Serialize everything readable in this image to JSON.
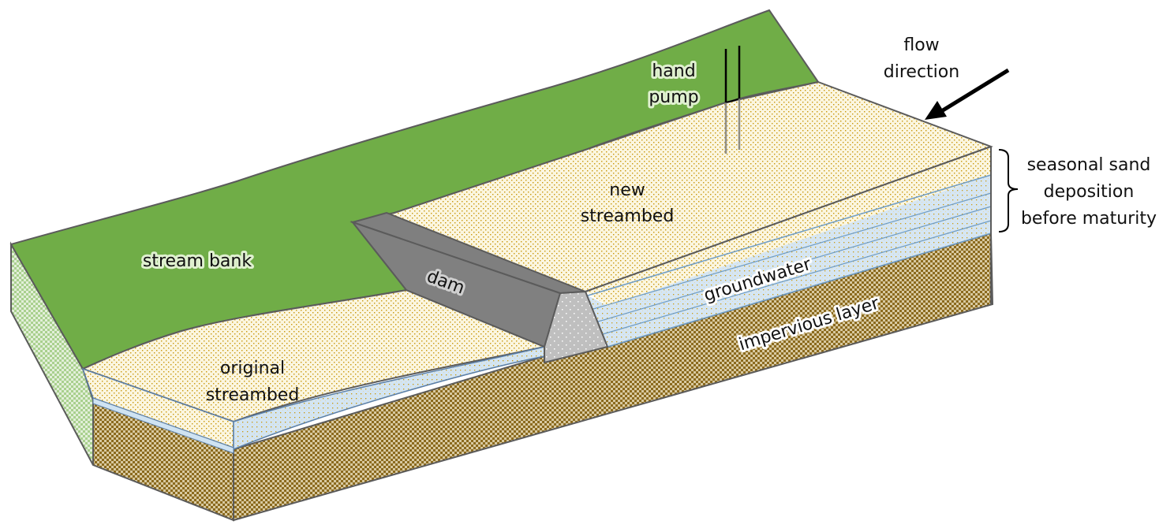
{
  "diagram": {
    "title": "Sand dam cross-section",
    "colors": {
      "stream_bank": "#70ad47",
      "sand": "#fbf6e0",
      "sand_dot": "#c8960a",
      "impervious": "#8b6a1e",
      "groundwater": "#cfe3f2",
      "dam_top": "#7f7f7f",
      "dam_face": "#bfbfbf",
      "outline": "#5b5b5b"
    },
    "labels": {
      "hand_pump_1": "hand",
      "hand_pump_2": "pump",
      "flow_1": "flow",
      "flow_2": "direction",
      "stream_bank": "stream bank",
      "new_streambed_1": "new",
      "new_streambed_2": "streambed",
      "dam": "dam",
      "groundwater": "groundwater",
      "impervious_layer": "impervious layer",
      "original_streambed_1": "original",
      "original_streambed_2": "streambed",
      "seasonal_1": "seasonal sand",
      "seasonal_2": "deposition",
      "seasonal_3": "before maturity"
    }
  }
}
